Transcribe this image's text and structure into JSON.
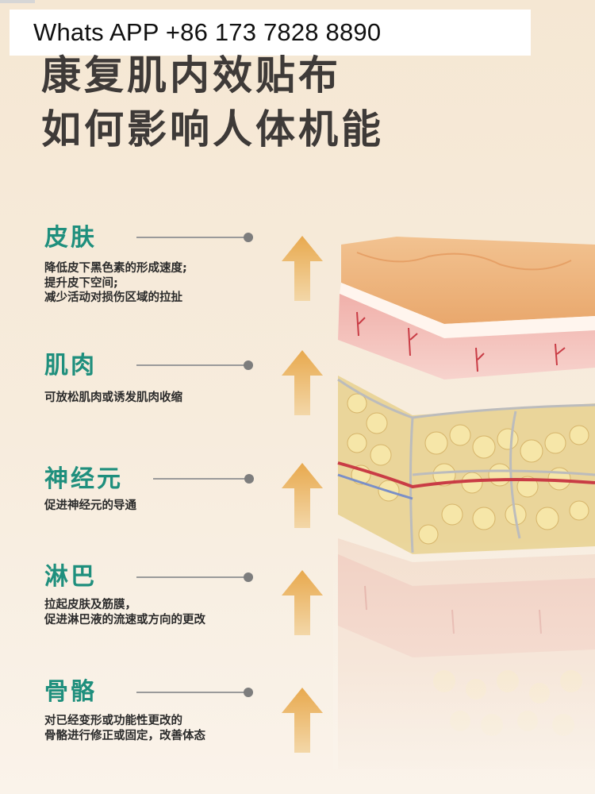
{
  "banner": {
    "text": "Whats APP +86 173 7828 8890"
  },
  "title": {
    "line1": "康复肌内效贴布",
    "line2": "如何影响人体机能"
  },
  "sections": [
    {
      "title": "皮肤",
      "desc": [
        "降低皮下黑色素的形成速度;",
        "提升皮下空间;",
        "减少活动对损伤区域的拉扯"
      ]
    },
    {
      "title": "肌肉",
      "desc": [
        "可放松肌肉或诱发肌肉收缩"
      ]
    },
    {
      "title": "神经元",
      "desc": [
        "促进神经元的导通"
      ]
    },
    {
      "title": "淋巴",
      "desc": [
        "拉起皮肤及筋膜，",
        "促进淋巴液的流速或方向的更改"
      ]
    },
    {
      "title": "骨骼",
      "desc": [
        "对已经变形或功能性更改的",
        "骨骼进行修正或固定，改善体态"
      ]
    }
  ],
  "colors": {
    "accent": "#1f8f7d",
    "title": "#3e3a38",
    "arrow": "#e8a94e",
    "background": "#f5e7d3"
  },
  "icons": {
    "up_arrow": "up-arrow-icon",
    "connector_dot": "dot-icon"
  }
}
